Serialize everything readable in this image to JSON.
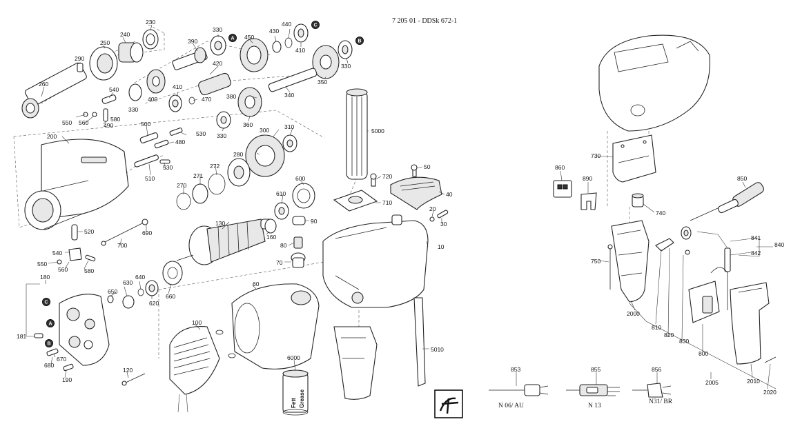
{
  "document": {
    "reference": "7 205 01 - DDSk 672-1",
    "brand_logo": "fein"
  },
  "callouts": [
    {
      "id": "230",
      "text": "230"
    },
    {
      "id": "240",
      "text": "240"
    },
    {
      "id": "250",
      "text": "250"
    },
    {
      "id": "290",
      "text": "290"
    },
    {
      "id": "260",
      "text": "260"
    },
    {
      "id": "330a",
      "text": "330"
    },
    {
      "id": "390",
      "text": "390"
    },
    {
      "id": "450",
      "text": "450"
    },
    {
      "id": "430",
      "text": "430"
    },
    {
      "id": "440",
      "text": "440"
    },
    {
      "id": "410a",
      "text": "410"
    },
    {
      "id": "420",
      "text": "420"
    },
    {
      "id": "350",
      "text": "350"
    },
    {
      "id": "330b",
      "text": "330"
    },
    {
      "id": "340",
      "text": "340"
    },
    {
      "id": "540a",
      "text": "540"
    },
    {
      "id": "400",
      "text": "400"
    },
    {
      "id": "410b",
      "text": "410"
    },
    {
      "id": "470",
      "text": "470"
    },
    {
      "id": "330c",
      "text": "330"
    },
    {
      "id": "380",
      "text": "380"
    },
    {
      "id": "360",
      "text": "360"
    },
    {
      "id": "330d",
      "text": "330"
    },
    {
      "id": "550a",
      "text": "550"
    },
    {
      "id": "560a",
      "text": "560"
    },
    {
      "id": "490",
      "text": "490"
    },
    {
      "id": "580a",
      "text": "580"
    },
    {
      "id": "500",
      "text": "500"
    },
    {
      "id": "530a",
      "text": "530"
    },
    {
      "id": "480",
      "text": "480"
    },
    {
      "id": "300",
      "text": "300"
    },
    {
      "id": "310",
      "text": "310"
    },
    {
      "id": "200",
      "text": "200"
    },
    {
      "id": "530b",
      "text": "530"
    },
    {
      "id": "510",
      "text": "510"
    },
    {
      "id": "280",
      "text": "280"
    },
    {
      "id": "272",
      "text": "272"
    },
    {
      "id": "271",
      "text": "271"
    },
    {
      "id": "270",
      "text": "270"
    },
    {
      "id": "5000",
      "text": "5000"
    },
    {
      "id": "720",
      "text": "720"
    },
    {
      "id": "50",
      "text": "50"
    },
    {
      "id": "600",
      "text": "600"
    },
    {
      "id": "40",
      "text": "40"
    },
    {
      "id": "610",
      "text": "610"
    },
    {
      "id": "710",
      "text": "710"
    },
    {
      "id": "20",
      "text": "20"
    },
    {
      "id": "30",
      "text": "30"
    },
    {
      "id": "520",
      "text": "520"
    },
    {
      "id": "690",
      "text": "690"
    },
    {
      "id": "700",
      "text": "700"
    },
    {
      "id": "130",
      "text": "130"
    },
    {
      "id": "160",
      "text": "160"
    },
    {
      "id": "90",
      "text": "90"
    },
    {
      "id": "80",
      "text": "80"
    },
    {
      "id": "10",
      "text": "10"
    },
    {
      "id": "540b",
      "text": "540"
    },
    {
      "id": "550b",
      "text": "550"
    },
    {
      "id": "560b",
      "text": "560"
    },
    {
      "id": "580b",
      "text": "580"
    },
    {
      "id": "70",
      "text": "70"
    },
    {
      "id": "180",
      "text": "180"
    },
    {
      "id": "630",
      "text": "630"
    },
    {
      "id": "640",
      "text": "640"
    },
    {
      "id": "650",
      "text": "650"
    },
    {
      "id": "620",
      "text": "620"
    },
    {
      "id": "660",
      "text": "660"
    },
    {
      "id": "60",
      "text": "60"
    },
    {
      "id": "181",
      "text": "181"
    },
    {
      "id": "670",
      "text": "670"
    },
    {
      "id": "680",
      "text": "680"
    },
    {
      "id": "190",
      "text": "190"
    },
    {
      "id": "100",
      "text": "100"
    },
    {
      "id": "120",
      "text": "120"
    },
    {
      "id": "6000",
      "text": "6000"
    },
    {
      "id": "5010",
      "text": "5010"
    },
    {
      "id": "860",
      "text": "860"
    },
    {
      "id": "890",
      "text": "890"
    },
    {
      "id": "730",
      "text": "730"
    },
    {
      "id": "850",
      "text": "850"
    },
    {
      "id": "740",
      "text": "740"
    },
    {
      "id": "750",
      "text": "750"
    },
    {
      "id": "841",
      "text": "841"
    },
    {
      "id": "842",
      "text": "842"
    },
    {
      "id": "840",
      "text": "840"
    },
    {
      "id": "2000",
      "text": "2000"
    },
    {
      "id": "810",
      "text": "810"
    },
    {
      "id": "820",
      "text": "820"
    },
    {
      "id": "830",
      "text": "830"
    },
    {
      "id": "800",
      "text": "800"
    },
    {
      "id": "2005",
      "text": "2005"
    },
    {
      "id": "2010",
      "text": "2010"
    },
    {
      "id": "2020",
      "text": "2020"
    },
    {
      "id": "853",
      "text": "853"
    },
    {
      "id": "855",
      "text": "855"
    },
    {
      "id": "856",
      "text": "856"
    }
  ],
  "markers": [
    {
      "id": "a1",
      "text": "A"
    },
    {
      "id": "c1",
      "text": "C"
    },
    {
      "id": "b1",
      "text": "B"
    },
    {
      "id": "c2",
      "text": "C"
    },
    {
      "id": "a2",
      "text": "A"
    },
    {
      "id": "b2",
      "text": "B"
    }
  ],
  "plug_variants": [
    {
      "id": "853",
      "text": "N 06/ AU"
    },
    {
      "id": "855",
      "text": "N 13"
    },
    {
      "id": "856",
      "text": "N31/ BR"
    }
  ],
  "grease_can": {
    "line1": "Fett",
    "line2": "Grease"
  }
}
